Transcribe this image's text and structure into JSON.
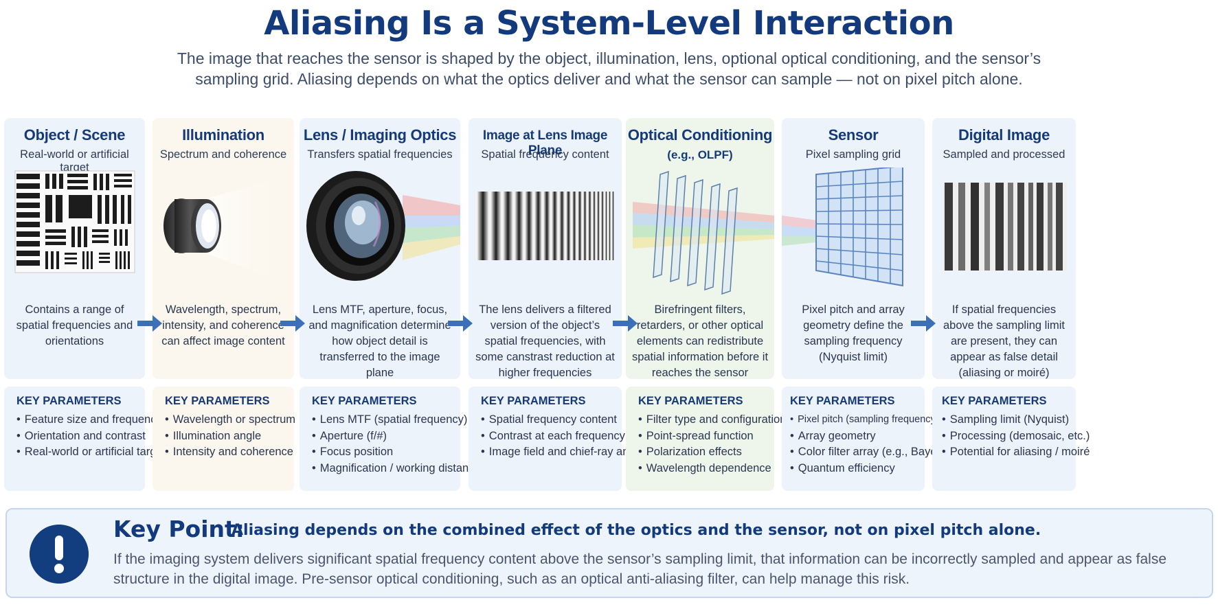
{
  "title": "Aliasing Is a System-Level Interaction",
  "subtitle": "The image that reaches the sensor is shaped by the object, illumination, lens, optional optical conditioning, and the sensor’s sampling grid. Aliasing depends on what the optics deliver and what the sensor can sample — not on pixel pitch alone.",
  "colors": {
    "accent": "#133a7c",
    "panel_blue": "#edf3fb",
    "panel_cream": "#fbf7ee",
    "panel_green": "#eef6ec",
    "arrow": "#3b70b8"
  },
  "stages": [
    {
      "title": "Object / Scene",
      "subtitle": "Real-world or artificial target",
      "icon": "resolution-target-icon",
      "description": "Contains a range of spatial frequencies and orientations"
    },
    {
      "title": "Illumination",
      "subtitle": "Spectrum and coherence",
      "icon": "light-source-icon",
      "description": "Wavelength, spectrum, intensity, and coherence can affect image content"
    },
    {
      "title": "Lens / Imaging Optics",
      "subtitle": "Transfers spatial frequencies",
      "icon": "camera-lens-icon",
      "description": "Lens MTF, aperture, focus, and magnification determine how object detail is transferred to the image plane"
    },
    {
      "title": "Image at Lens Image Plane",
      "subtitle": "Spatial frequency content",
      "icon": "frequency-sweep-icon",
      "description": "The lens delivers a filtered version of the object’s spatial frequencies, with some canstrast reduction at higher frequencies"
    },
    {
      "title": "Optical Conditioning",
      "subtitle": "(e.g., OLPF)",
      "icon": "filter-plates-icon",
      "description": "Birefringent filters, retarders, or other optical elements can redistribute spatial information before it reaches the sensor"
    },
    {
      "title": "Sensor",
      "subtitle": "Pixel sampling grid",
      "icon": "sensor-grid-icon",
      "description": "Pixel pitch and array geometry define the sampling frequency (Nyquist limit)"
    },
    {
      "title": "Digital Image",
      "subtitle": "Sampled and processed",
      "icon": "sampled-bars-icon",
      "description": "If spatial frequencies above the sampling limit are present, they can appear as false detail (aliasing or moiré)"
    }
  ],
  "params_heading": "KEY PARAMETERS",
  "params": [
    [
      "Feature size and frequency",
      "Orientation and contrast",
      "Real-world or artificial target"
    ],
    [
      "Wavelength or spectrum",
      "Illumination angle",
      "Intensity and coherence"
    ],
    [
      "Lens MTF (spatial frequency)",
      "Aperture (f/#)",
      "Focus position",
      "Magnification / working distance"
    ],
    [
      "Spatial frequency content",
      "Contrast at each frequency",
      "Image field and chief-ray angle"
    ],
    [
      "Filter type and configuration",
      "Point-spread function",
      "Polarization effects",
      "Wavelength dependence"
    ],
    [
      "Pixel pitch (sampling frequency)",
      "Array geometry",
      "Color filter array (e.g., Bayer)",
      "Quantum efficiency"
    ],
    [
      "Sampling limit (Nyquist)",
      "Processing (demosaic, etc.)",
      "Potential for aliasing / moiré"
    ]
  ],
  "key_point": {
    "icon": "exclamation-icon",
    "label": "Key Point:",
    "headline": "Aliasing depends on the combined effect of the optics and the sensor, not on pixel pitch alone.",
    "body": "If the imaging system delivers significant spatial frequency content above the sensor’s sampling limit, that information can be incorrectly sampled and appear as false structure in the digital image. Pre-sensor optical conditioning, such as an optical anti-aliasing filter, can help manage this risk."
  }
}
